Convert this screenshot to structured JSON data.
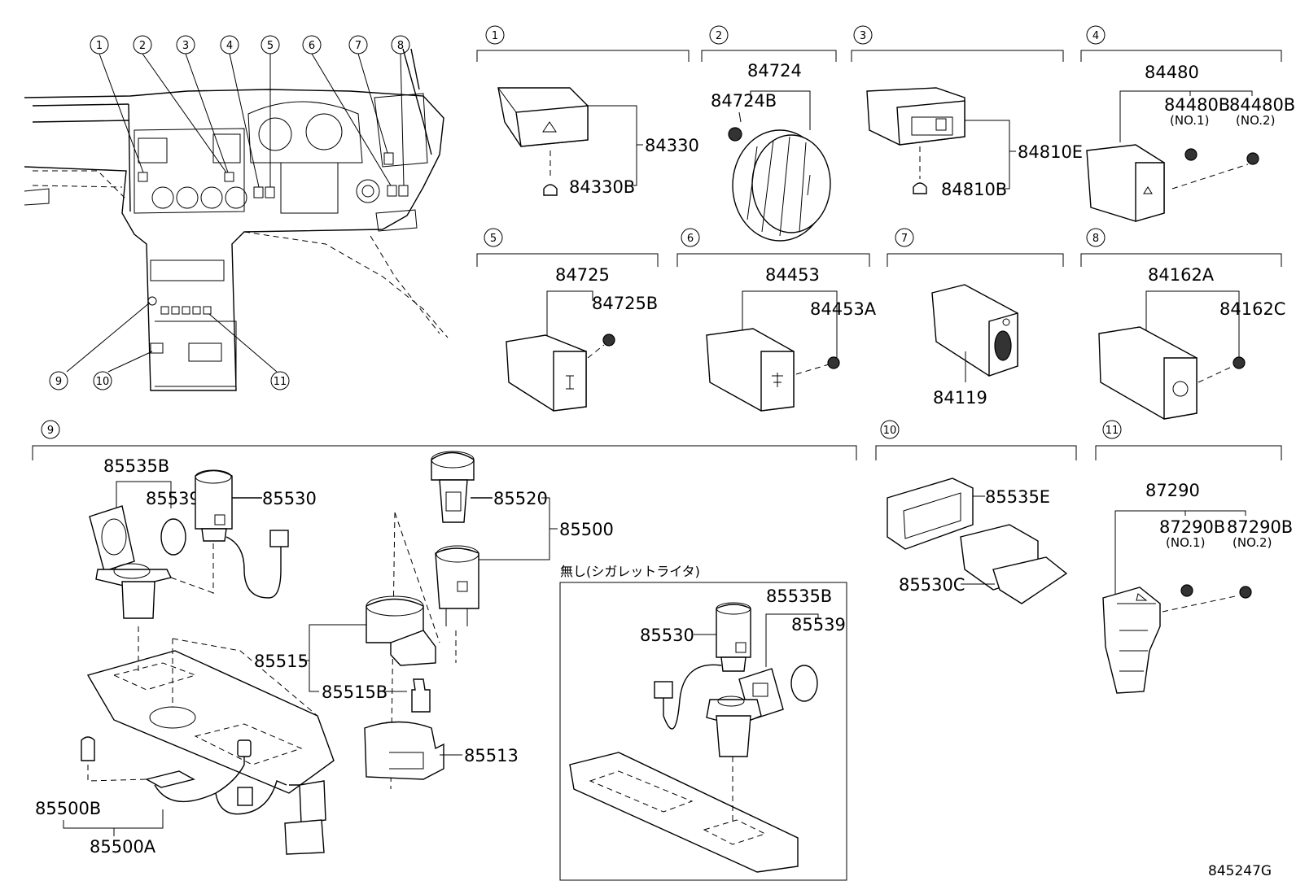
{
  "overview_callouts": [
    "1",
    "2",
    "3",
    "4",
    "5",
    "6",
    "7",
    "8",
    "9",
    "10",
    "11"
  ],
  "section_numbers": [
    "1",
    "2",
    "3",
    "4",
    "5",
    "6",
    "7",
    "8",
    "9",
    "10",
    "11"
  ],
  "parts": {
    "p84330": "84330",
    "p84330B": "84330B",
    "p84724": "84724",
    "p84724B": "84724B",
    "p84810E": "84810E",
    "p84810B": "84810B",
    "p84480": "84480",
    "p84480B1": "84480B",
    "p84480B2": "84480B",
    "p84725": "84725",
    "p84725B": "84725B",
    "p84453": "84453",
    "p84453A": "84453A",
    "p84119": "84119",
    "p84162A": "84162A",
    "p84162C": "84162C",
    "p85535B": "85535B",
    "p85539": "85539",
    "p85530": "85530",
    "p85520": "85520",
    "p85500": "85500",
    "p85515": "85515",
    "p85515B": "85515B",
    "p85513": "85513",
    "p85500B": "85500B",
    "p85500A": "85500A",
    "p85535E": "85535E",
    "p85530C": "85530C",
    "p87290": "87290",
    "p87290B1": "87290B",
    "p87290B2": "87290B",
    "inset_85530": "85530",
    "inset_85535B": "85535B",
    "inset_85539": "85539"
  },
  "sub_notes": {
    "no1_a": "(NO.1)",
    "no2_a": "(NO.2)",
    "no1_b": "(NO.1)",
    "no2_b": "(NO.2)"
  },
  "inset_title": "無し(シガレットライタ)",
  "figure_id": "845247G"
}
